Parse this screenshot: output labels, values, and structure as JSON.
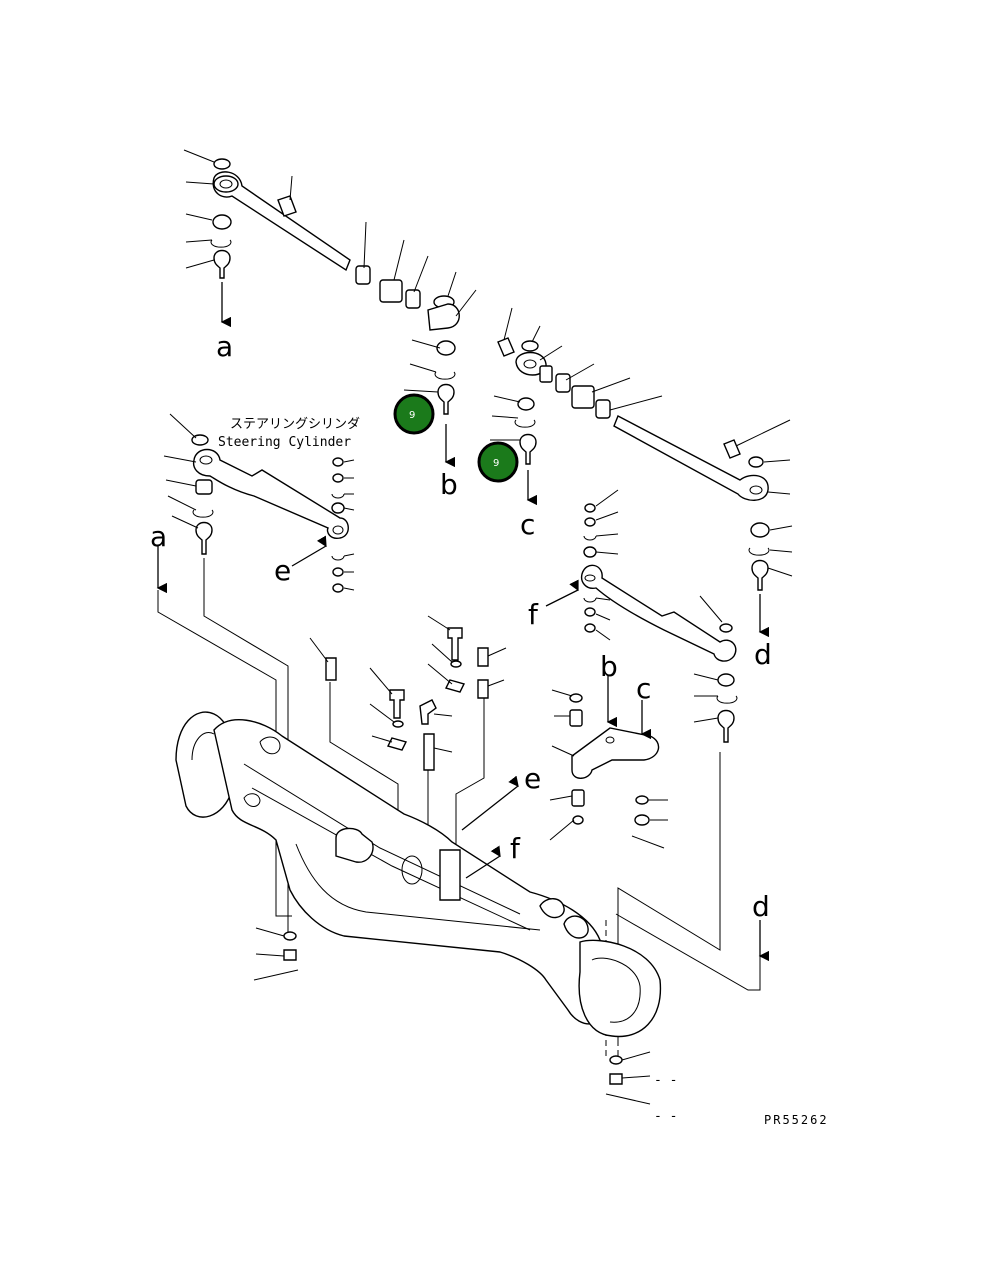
{
  "diagram": {
    "label_jp": "ステアリングシリンダ",
    "label_en": "Steering Cylinder",
    "drawing_code": "PR55262",
    "ref_letters": [
      "a",
      "b",
      "c",
      "d",
      "e",
      "f"
    ],
    "badges": [
      "9",
      "9"
    ],
    "badge_color": "#1b7a1b",
    "dash_marks": "- -"
  }
}
